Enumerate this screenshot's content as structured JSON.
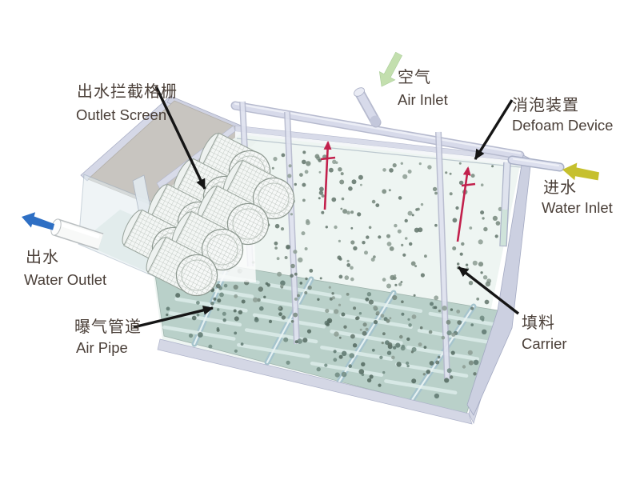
{
  "diagram": {
    "labels": {
      "outlet_screen": {
        "zh": "出水拦截格栅",
        "en": "Outlet Screen"
      },
      "air_inlet": {
        "zh": "空气",
        "en": "Air Inlet"
      },
      "defoam_device": {
        "zh": "消泡装置",
        "en": "Defoam Device"
      },
      "water_inlet": {
        "zh": "进水",
        "en": "Water Inlet"
      },
      "water_outlet": {
        "zh": "出水",
        "en": "Water Outlet"
      },
      "air_pipe": {
        "zh": "曝气管道",
        "en": "Air Pipe"
      },
      "carrier": {
        "zh": "填料",
        "en": "Carrier"
      }
    },
    "colors": {
      "callout_arrow": "#151515",
      "defoam_device_arrow": "#c2204c",
      "air_inlet_arrow": "#c3dfae",
      "water_inlet_arrow": "#c6c02e",
      "water_outlet_arrow": "#2e6fc4",
      "tank_structure": "#d6d9e8",
      "tank_floor": "#b9d0c9",
      "gray_wall": "#c8c5c0",
      "water": "#edf4f1",
      "carrier_dot": "#75877d",
      "label_text": "#4a3f38"
    }
  }
}
